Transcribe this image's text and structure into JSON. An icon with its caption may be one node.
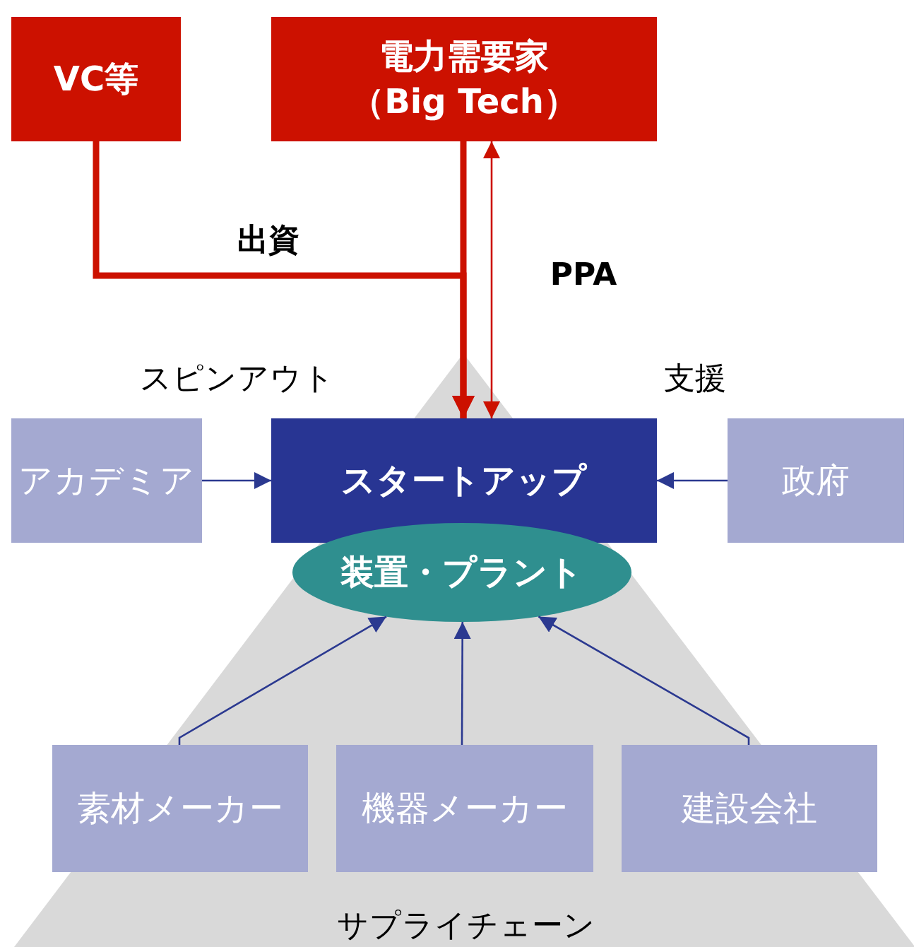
{
  "diagram": {
    "nodes": [
      {
        "text": [
          "VC等"
        ]
      },
      {
        "text": [
          "電力需要家",
          "（Big Tech）"
        ]
      },
      {
        "text": [
          "アカデミア"
        ]
      },
      {
        "text": [
          "スタートアップ"
        ]
      },
      {
        "text": [
          "政府"
        ]
      },
      {
        "text": [
          "装置・プラント"
        ]
      },
      {
        "text": [
          "素材メーカー"
        ]
      },
      {
        "text": [
          "機器メーカー"
        ]
      },
      {
        "text": [
          "建設会社"
        ]
      }
    ],
    "edges": [
      {
        "from": 0,
        "to": 3,
        "arrow": "to",
        "label": "出資",
        "style": "thick",
        "color": "#cc1100"
      },
      {
        "from": 1,
        "to": 3,
        "arrow": "to",
        "style": "thick",
        "color": "#cc1100"
      },
      {
        "from": 1,
        "to": 3,
        "arrow": "both",
        "label": "PPA",
        "color": "#cc1100"
      },
      {
        "from": 2,
        "to": 3,
        "arrow": "to"
      },
      {
        "from": 4,
        "to": 3,
        "arrow": "to"
      },
      {
        "from": 6,
        "to": 5,
        "arrow": "to"
      },
      {
        "from": 7,
        "to": 5,
        "arrow": "to"
      },
      {
        "from": 8,
        "to": 5,
        "arrow": "to"
      }
    ],
    "labels": [
      "スピンアウト",
      "支援",
      "サプライチェーン"
    ]
  }
}
